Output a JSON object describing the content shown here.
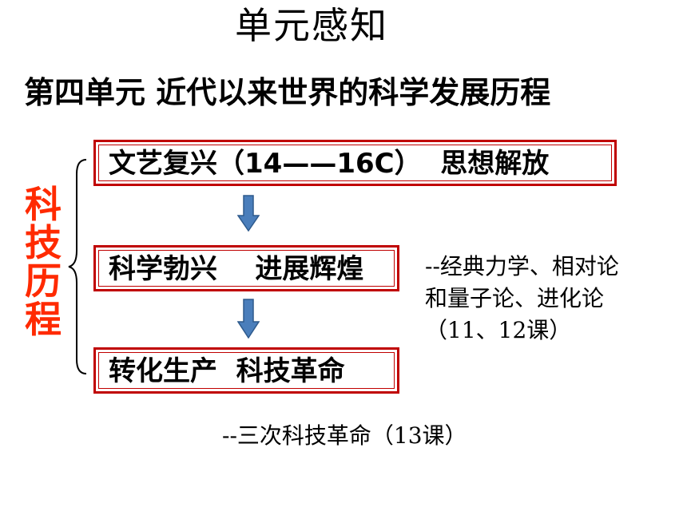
{
  "heading": "单元感知",
  "subtitle": "第四单元 近代以来世界的科学发展历程",
  "side_label": "科技历程",
  "stages": [
    {
      "label": "文艺复兴（14——16C）  思想解放"
    },
    {
      "label": "科学勃兴    进展辉煌"
    },
    {
      "label": "转化生产  科技革命"
    }
  ],
  "side_note": {
    "lines": [
      "--经典力学、相对论",
      "和量子论、进化论",
      "（11、12课）"
    ]
  },
  "bottom_note": "--三次科技革命（13课）",
  "colors": {
    "accent_text": "#ff2a00",
    "box_border": "#c00000",
    "arrow_fill": "#4a7ebb",
    "arrow_stroke": "#2e5a8c"
  }
}
